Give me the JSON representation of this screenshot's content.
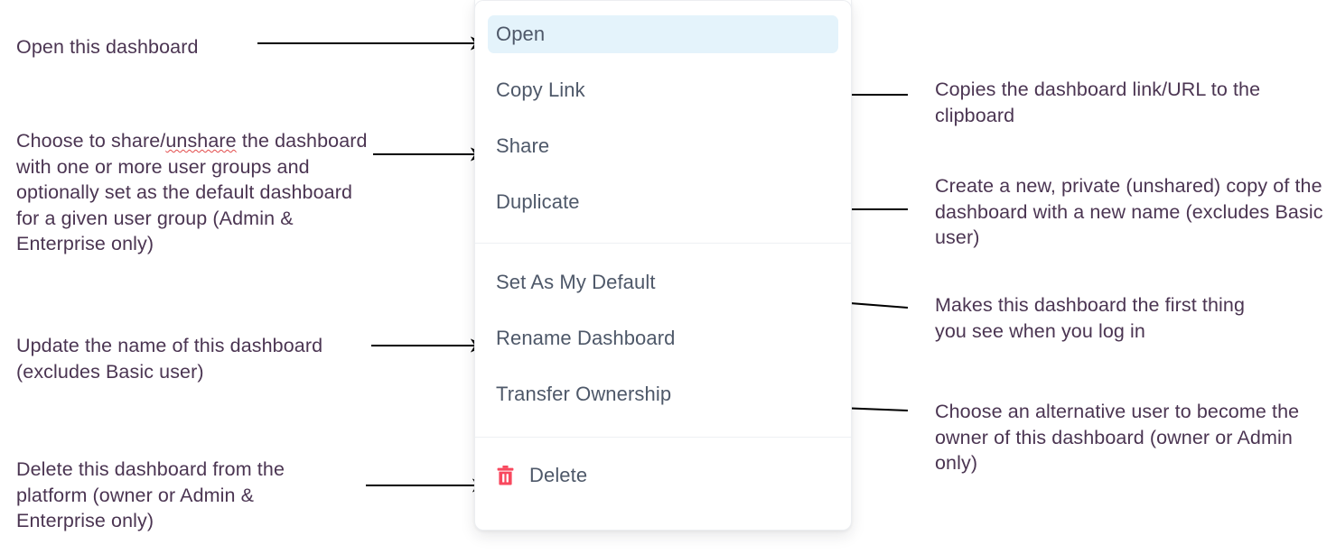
{
  "menu": {
    "name": "dashboard-context-menu",
    "highlight_color": "#e4f3fb",
    "item_text_color": "#4e5869",
    "groups": [
      {
        "items": [
          {
            "label": "Open",
            "icon": null,
            "highlighted": true
          },
          {
            "label": "Copy Link",
            "icon": null,
            "highlighted": false
          },
          {
            "label": "Share",
            "icon": null,
            "highlighted": false
          },
          {
            "label": "Duplicate",
            "icon": null,
            "highlighted": false
          }
        ]
      },
      {
        "items": [
          {
            "label": "Set As My Default",
            "icon": null,
            "highlighted": false
          },
          {
            "label": "Rename Dashboard",
            "icon": null,
            "highlighted": false
          },
          {
            "label": "Transfer Ownership",
            "icon": null,
            "highlighted": false
          }
        ]
      },
      {
        "items": [
          {
            "label": "Delete",
            "icon": "trash-icon",
            "icon_color": "#f8485e",
            "highlighted": false
          }
        ]
      }
    ]
  },
  "annotations": {
    "text_color": "#4b3552",
    "left": [
      {
        "id": "open-note",
        "text": "Open this dashboard"
      },
      {
        "id": "share-note",
        "text_before": "Choose to share/",
        "misspelled": "unshare",
        "text_after": " the dashboard with one or more user groups and optionally set as the default dashboard for a given user group (Admin & Enterprise only)"
      },
      {
        "id": "rename-note",
        "text": "Update the name of this dashboard (excludes Basic user)"
      },
      {
        "id": "delete-note",
        "text": "Delete this dashboard from the platform (owner or Admin & Enterprise only)"
      }
    ],
    "right": [
      {
        "id": "copy-link-note",
        "text": "Copies the dashboard link/URL to the clipboard"
      },
      {
        "id": "duplicate-note",
        "text": "Create a new, private (unshared) copy of the dashboard with a new name (excludes Basic user)"
      },
      {
        "id": "default-note",
        "text": "Makes this dashboard the first thing you see when you log in"
      },
      {
        "id": "transfer-note",
        "text": "Choose an alternative user to become the owner of this dashboard (owner or Admin only)"
      }
    ]
  }
}
